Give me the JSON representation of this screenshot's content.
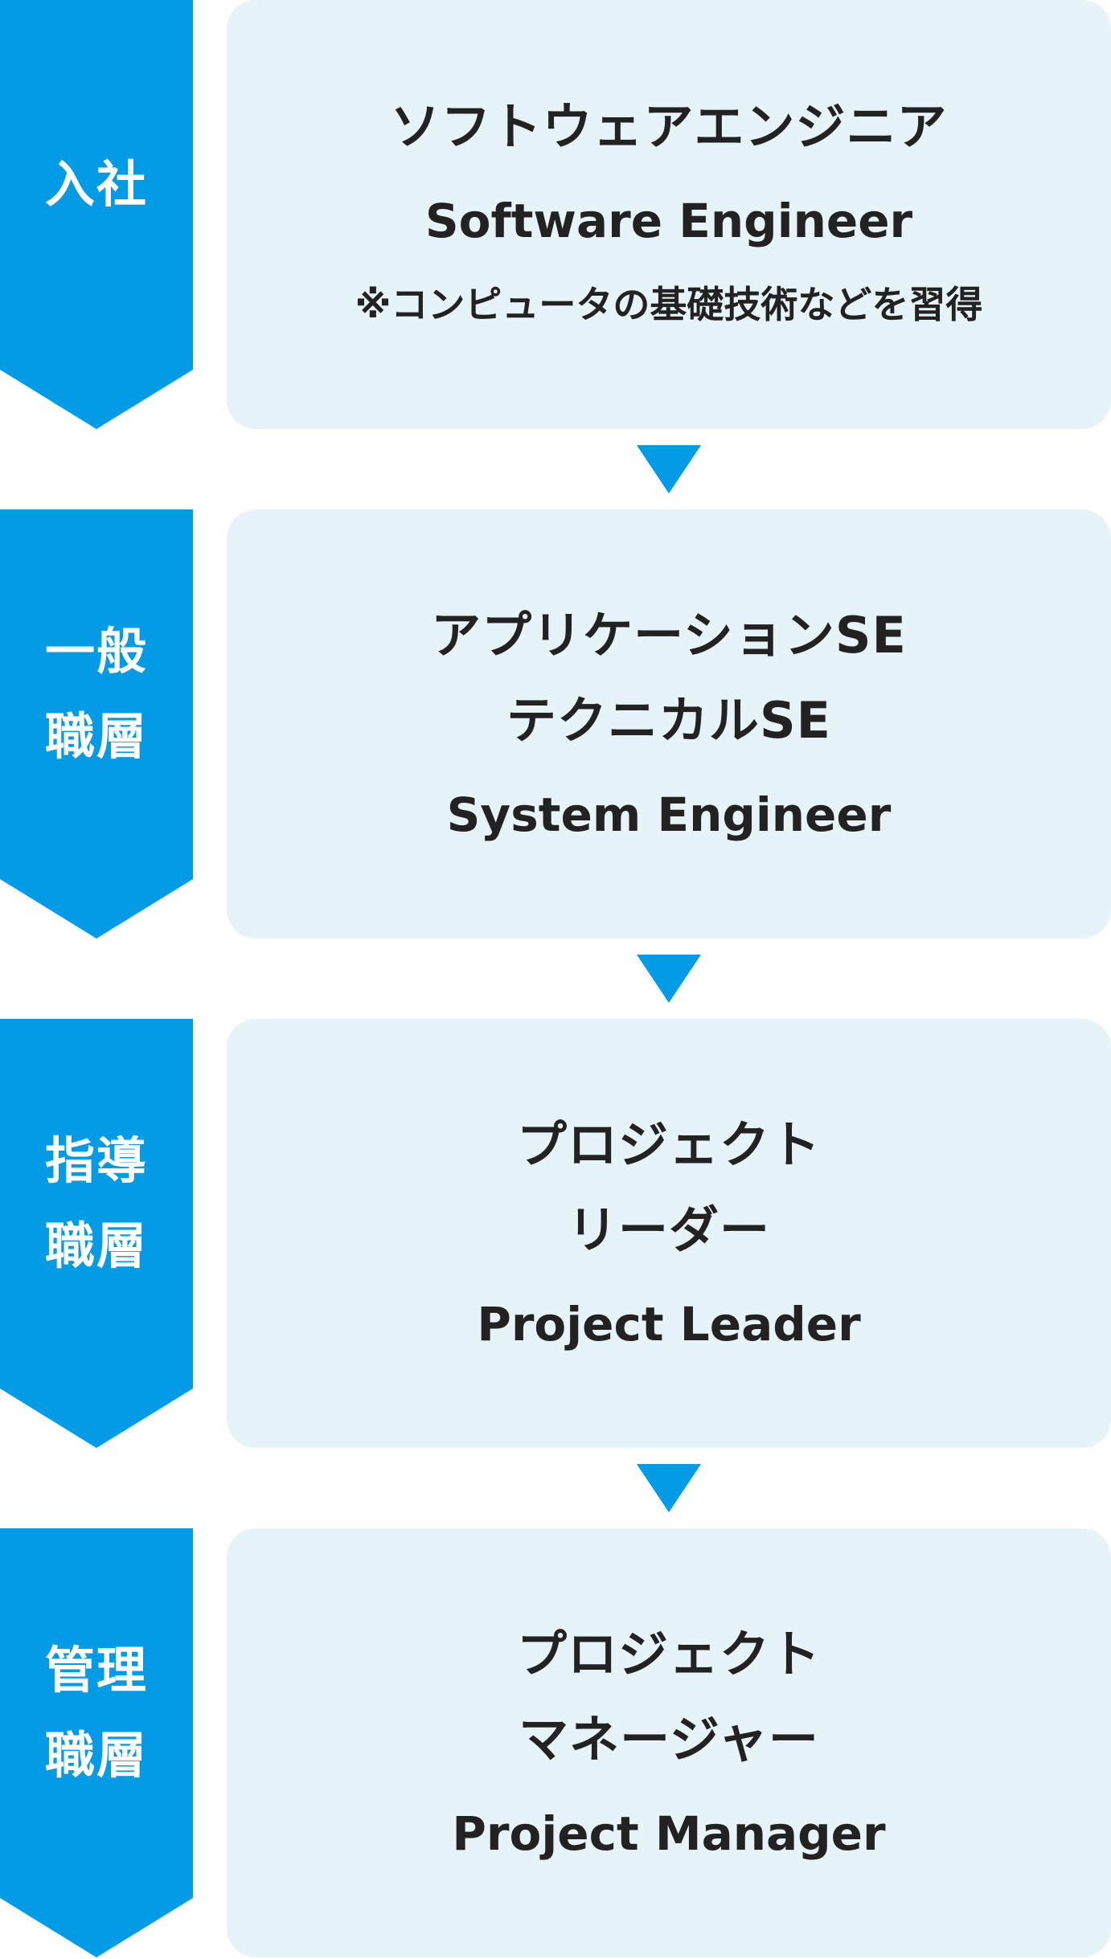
{
  "colors": {
    "accent_blue": "#039be5",
    "card_background": "#e6f4f9",
    "text_dark": "#222222",
    "text_light": "#ffffff"
  },
  "stages": [
    {
      "level_lines": [
        "入社"
      ],
      "title_lines": [
        "ソフトウェアエンジニア"
      ],
      "subtitle": "Software Engineer",
      "note": "※コンピュータの基礎技術などを習得"
    },
    {
      "level_lines": [
        "一般",
        "職層"
      ],
      "title_lines": [
        "アプリケーションSE",
        "テクニカルSE"
      ],
      "subtitle": "System Engineer"
    },
    {
      "level_lines": [
        "指導",
        "職層"
      ],
      "title_lines": [
        "プロジェクト",
        "リーダー"
      ],
      "subtitle": "Project Leader"
    },
    {
      "level_lines": [
        "管理",
        "職層"
      ],
      "title_lines": [
        "プロジェクト",
        "マネージャー"
      ],
      "subtitle": "Project Manager"
    }
  ]
}
